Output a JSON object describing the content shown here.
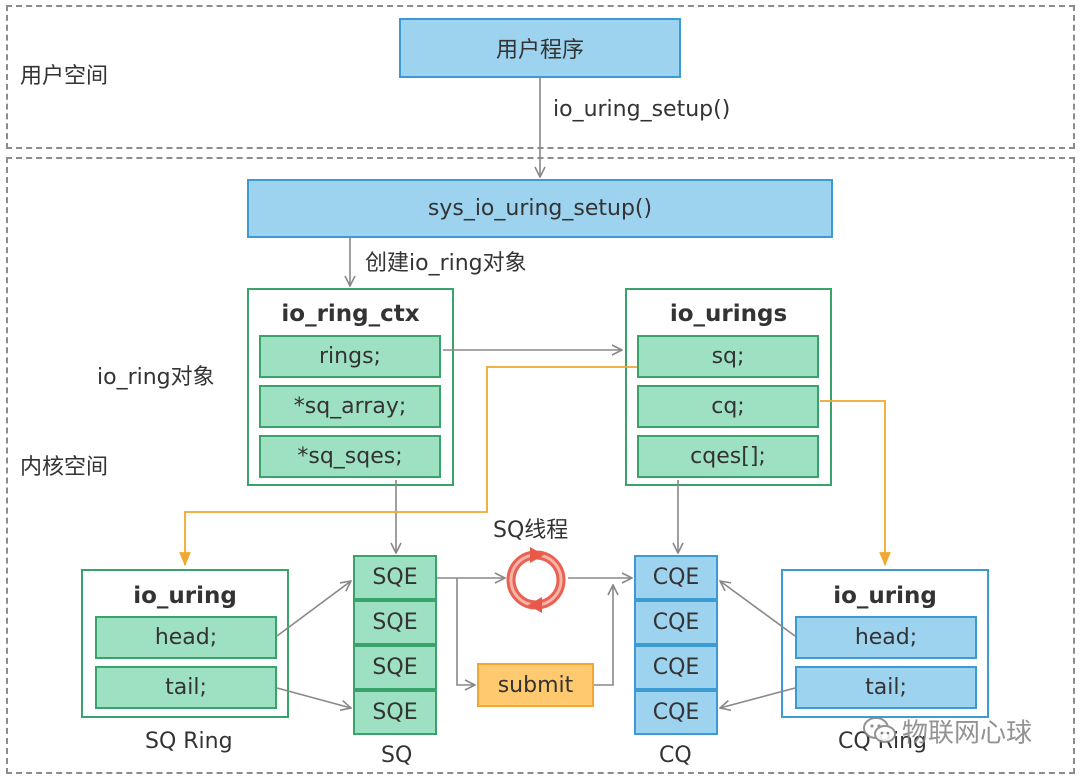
{
  "user_space": {
    "label": "用户空间",
    "user_program": "用户程序",
    "setup_call": "io_uring_setup()"
  },
  "kernel_space": {
    "label": "内核空间",
    "sys_call": "sys_io_uring_setup()",
    "create_note": "创建io_ring对象",
    "object_label": "io_ring对象"
  },
  "io_ring_ctx": {
    "title": "io_ring_ctx",
    "fields": [
      "rings;",
      "*sq_array;",
      "*sq_sqes;"
    ]
  },
  "io_urings": {
    "title": "io_urings",
    "fields": [
      "sq;",
      "cq;",
      "cqes[];"
    ]
  },
  "sq_ring": {
    "title": "io_uring",
    "fields": [
      "head;",
      "tail;"
    ],
    "caption": "SQ Ring"
  },
  "cq_ring": {
    "title": "io_uring",
    "fields": [
      "head;",
      "tail;"
    ],
    "caption": "CQ Ring"
  },
  "sq": {
    "entries": [
      "SQE",
      "SQE",
      "SQE",
      "SQE"
    ],
    "caption": "SQ"
  },
  "cq": {
    "entries": [
      "CQE",
      "CQE",
      "CQE",
      "CQE"
    ],
    "caption": "CQ"
  },
  "sq_thread": {
    "label": "SQ线程",
    "icon": "refresh-cycle-icon"
  },
  "submit_label": "submit",
  "watermark": "物联网心球",
  "colors": {
    "green_fill": "#9ee0c2",
    "green_border": "#38a46b",
    "blue_fill": "#9dd3ef",
    "blue_border": "#3c9bd2",
    "orange_line": "#f0a830",
    "submit_fill": "#ffc970",
    "cycle_red": "#e8594a"
  }
}
